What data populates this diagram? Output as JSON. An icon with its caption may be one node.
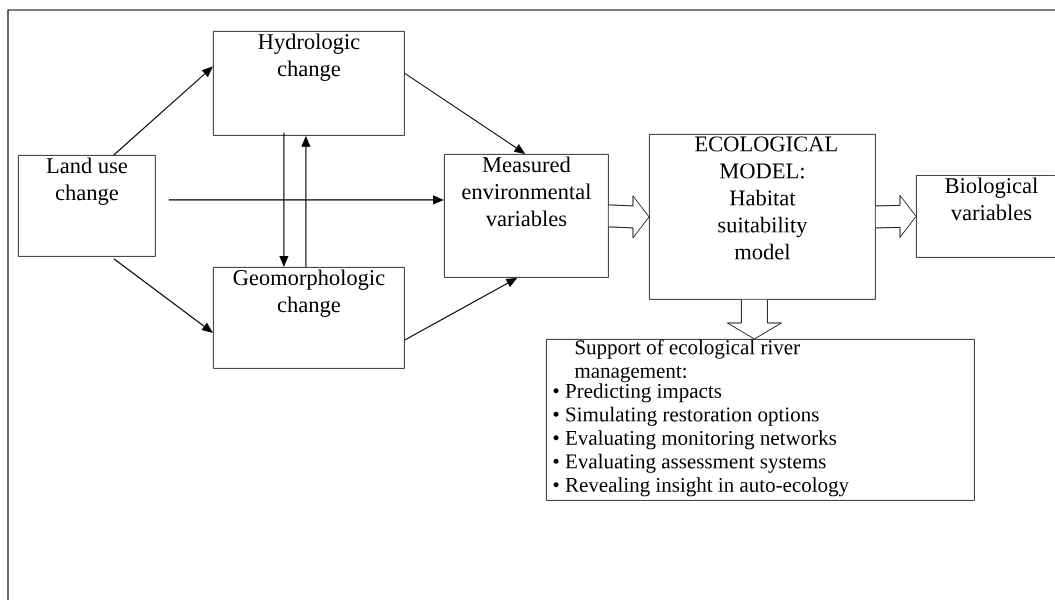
{
  "diagram": {
    "nodes": [
      {
        "text": [
          "Land use change"
        ]
      },
      {
        "text": [
          "Hydrologic change"
        ]
      },
      {
        "text": [
          "Geomorphologic change"
        ]
      },
      {
        "text": [
          "Measured environmental variables"
        ]
      },
      {
        "text": [
          "ECOLOGICAL MODEL: Habitat suitability model"
        ]
      },
      {
        "text": [
          "Biological variables"
        ]
      },
      {
        "text": [
          "Support of ecological river management:",
          "• Predicting impacts",
          "• Simulating restoration options",
          "• Evaluating monitoring networks",
          "• Evaluating assessment systems",
          "• Revealing insight in auto-ecology"
        ]
      }
    ],
    "edges": [
      {
        "from": 0,
        "to": 1,
        "arrow": "to"
      },
      {
        "from": 0,
        "to": 2,
        "arrow": "to"
      },
      {
        "from": 0,
        "to": 3,
        "arrow": "to"
      },
      {
        "from": 1,
        "to": 2,
        "arrow": "to"
      },
      {
        "from": 2,
        "to": 1,
        "arrow": "to"
      },
      {
        "from": 1,
        "to": 3,
        "arrow": "to"
      },
      {
        "from": 2,
        "to": 3,
        "arrow": "to"
      },
      {
        "from": 3,
        "to": 4,
        "arrow": "to",
        "style": "thick"
      },
      {
        "from": 4,
        "to": 5,
        "arrow": "to",
        "style": "thick"
      },
      {
        "from": 4,
        "to": 6,
        "arrow": "to",
        "style": "thick"
      }
    ]
  }
}
